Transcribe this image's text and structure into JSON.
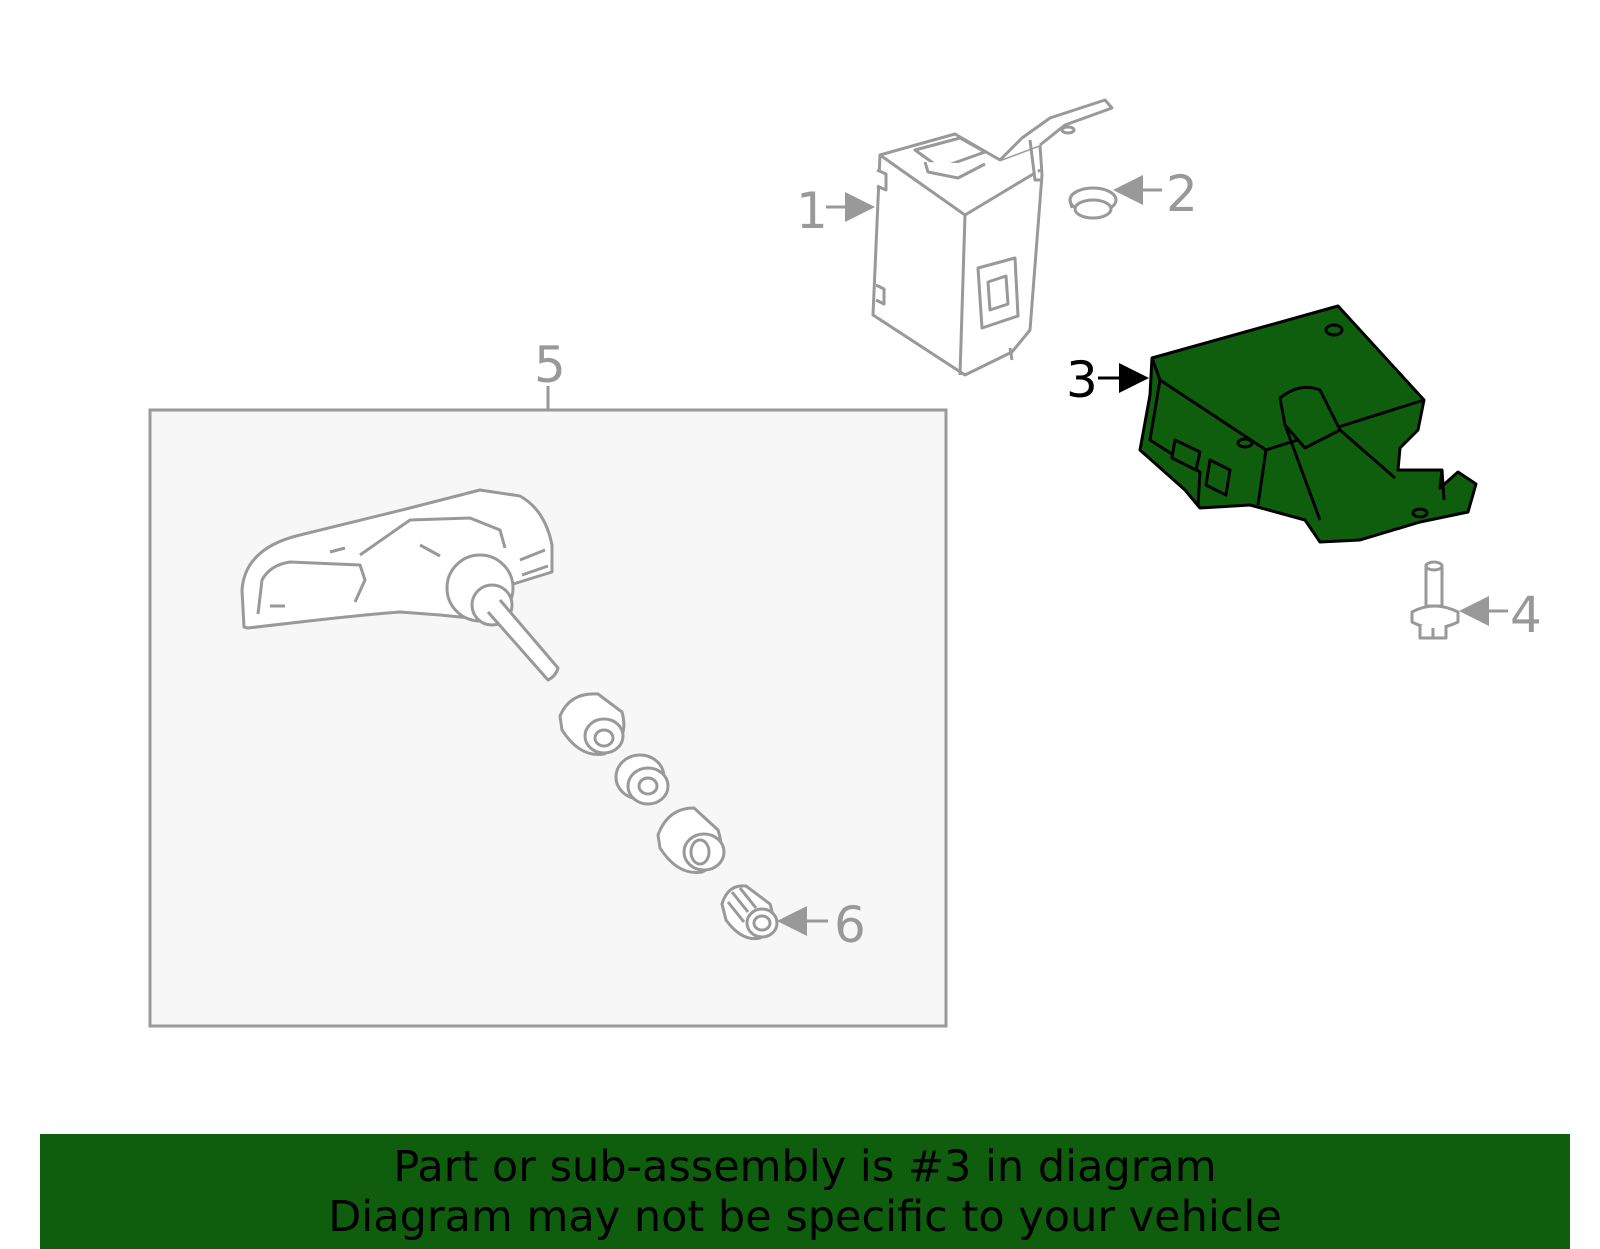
{
  "diagram": {
    "callouts": {
      "part1": "1",
      "part2": "2",
      "part3": "3",
      "part4": "4",
      "part5": "5",
      "part6": "6"
    },
    "highlighted_part": "3",
    "colors": {
      "line": "#999999",
      "highlight_fill": "#0e5e0e",
      "highlight_line": "#000000",
      "panel_fill": "#f7f7f7"
    }
  },
  "banner": {
    "line1": "Part or sub-assembly is #3 in diagram",
    "line2": "Diagram may not be specific to your vehicle"
  }
}
